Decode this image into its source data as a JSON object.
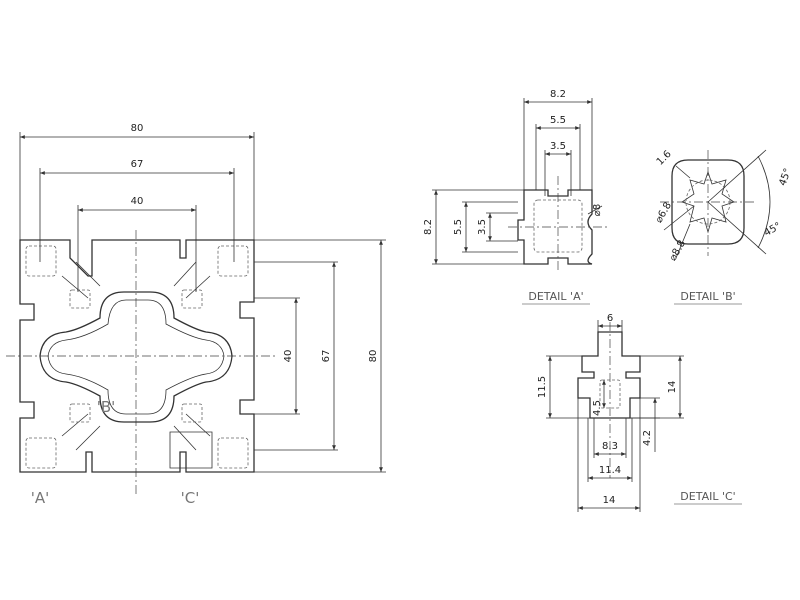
{
  "main_view": {
    "dim_width_outer": "80",
    "dim_width_mid": "67",
    "dim_width_inner": "40",
    "dim_height_inner": "40",
    "dim_height_mid": "67",
    "dim_height_outer": "80",
    "label_a": "'A'",
    "label_b": "'B'",
    "label_c": "'C'"
  },
  "detail_a": {
    "title": "DETAIL 'A'",
    "dim_top_outer": "8.2",
    "dim_top_mid": "5.5",
    "dim_top_inner": "3.5",
    "dim_left_outer": "8.2",
    "dim_left_mid": "5.5",
    "dim_left_inner": "3.5",
    "dim_hole": "⌀8"
  },
  "detail_b": {
    "title": "DETAIL 'B'",
    "dim_wall": "1.6",
    "dim_inner": "⌀6.8",
    "dim_outer": "⌀8.8",
    "dim_angle_top": "45°",
    "dim_angle_bottom": "45°"
  },
  "detail_c": {
    "title": "DETAIL 'C'",
    "dim_top": "6",
    "dim_left": "11.5",
    "dim_right": "14",
    "dim_inner_v": "4.5",
    "dim_depth": "4.2",
    "dim_w1": "8.3",
    "dim_w2": "11.4",
    "dim_w3": "14"
  }
}
